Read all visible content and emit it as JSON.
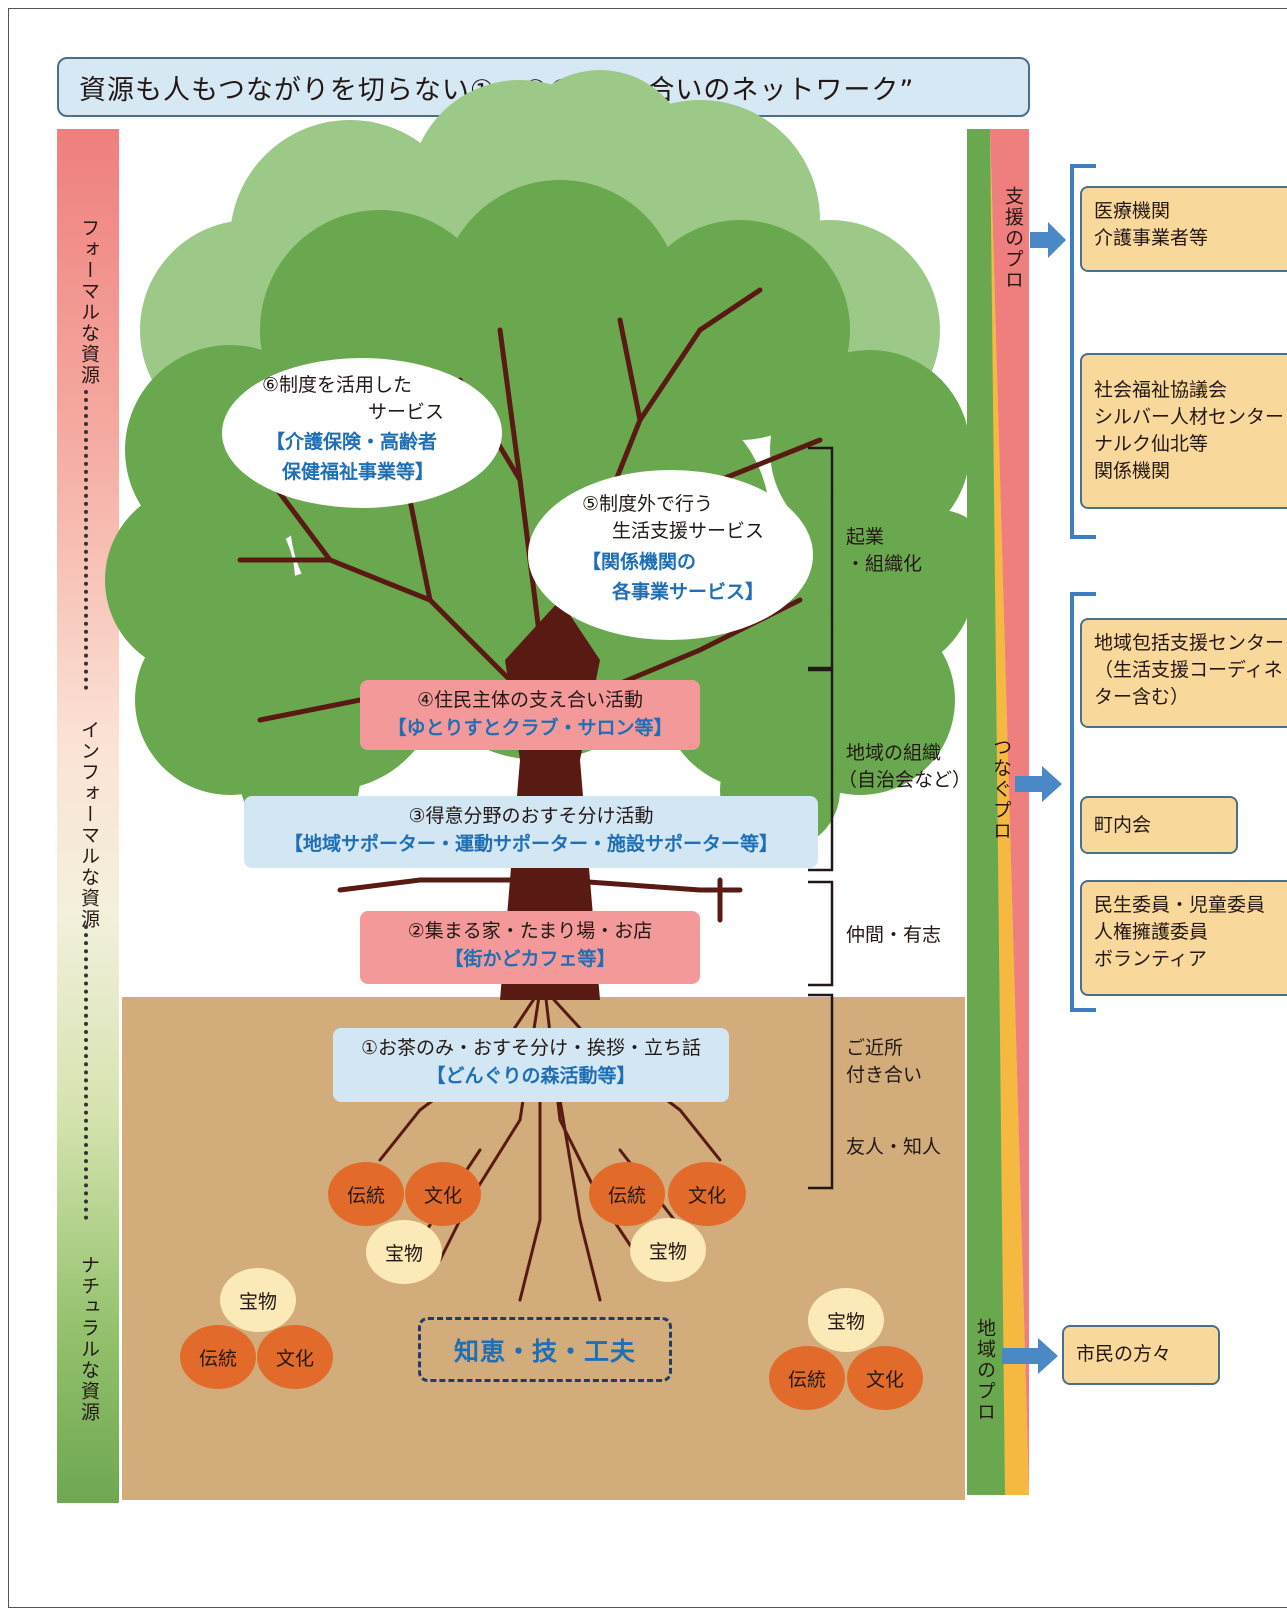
{
  "title": "資源も人もつながりを切らない①〜⑥の“支え合いのネットワーク”",
  "left_axis": {
    "formal": "フォーマルな資源",
    "informal": "インフォーマルな資源",
    "natural": "ナチュラルな資源"
  },
  "bubbles": {
    "six_line1": "⑥制度を活用した",
    "six_line2": "サービス",
    "six_line3": "【介護保険・高齢者",
    "six_line4": "保健福祉事業等】",
    "five_line1": "⑤制度外で行う",
    "five_line2": "生活支援サービス",
    "five_line3": "【関係機関の",
    "five_line4": "各事業サービス】"
  },
  "activities": {
    "four_title": "④住民主体の支え合い活動",
    "four_example": "【ゆとりすとクラブ・サロン等】",
    "three_title": "③得意分野のおすそ分け活動",
    "three_example": "【地域サポーター・運動サポーター・施設サポーター等】",
    "two_title": "②集まる家・たまり場・お店",
    "two_example": "【街かどカフェ等】",
    "one_title": "①お茶のみ・おすそ分け・挨拶・立ち話",
    "one_example": "【どんぐりの森活動等】"
  },
  "bracket_labels": {
    "kigyo1": "起業",
    "kigyo2": "・組織化",
    "chiiki1": "地域の組織",
    "chiiki2": "（自治会など）",
    "nakama": "仲間・有志",
    "kinjo1": "ご近所",
    "kinjo2": "付き合い",
    "yujin": "友人・知人"
  },
  "nuts": {
    "dento": "伝統",
    "bunka": "文化",
    "takara": "宝物"
  },
  "wisdom": "知恵・技・工夫",
  "right_bands": {
    "shien": "支援のプロ",
    "tsunagu": "つなぐプロ",
    "chiiki": "地域のプロ"
  },
  "side_boxes": {
    "iryo": [
      "医療機関",
      "介護事業者等"
    ],
    "shakyo": [
      "社会福祉協議会",
      "シルバー人材センター",
      "ナルク仙北等",
      "関係機関"
    ],
    "hokatsu": [
      "地域包括支援センター",
      "（生活支援コーディネ",
      "ター含む）"
    ],
    "chonai": [
      "町内会"
    ],
    "minsei": [
      "民生委員・児童委員",
      "人権擁護委員",
      "ボランティア"
    ],
    "shimin": [
      "市民の方々"
    ]
  },
  "colors": {
    "canopy": "#6aa84f",
    "canopy_light": "#9cc987",
    "trunk": "#5a1a14",
    "soil": "#d2ac7a",
    "pink_box": "#f4999a",
    "blue_box": "#d3e6f3",
    "orange_nut": "#e26b2c",
    "cream_nut": "#fbe9b8",
    "side_box": "#f9d99b"
  }
}
